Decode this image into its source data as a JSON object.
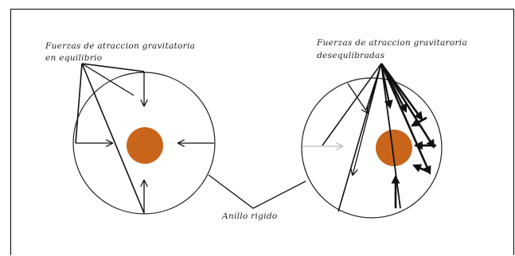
{
  "labels": {
    "left_title_line1": "Fuerzas de atraccion gravitatoria",
    "left_title_line2": "en equilibrio",
    "right_title_line1": "Fuerzas de atraccion gravitaroria",
    "right_title_line2": "desequlibradas",
    "ring_label": "Anillo rigido"
  },
  "colors": {
    "planet": "#c8651b",
    "ring": "#222222",
    "arrows": "#111111",
    "faded_arrow": "#bbbbbb"
  }
}
